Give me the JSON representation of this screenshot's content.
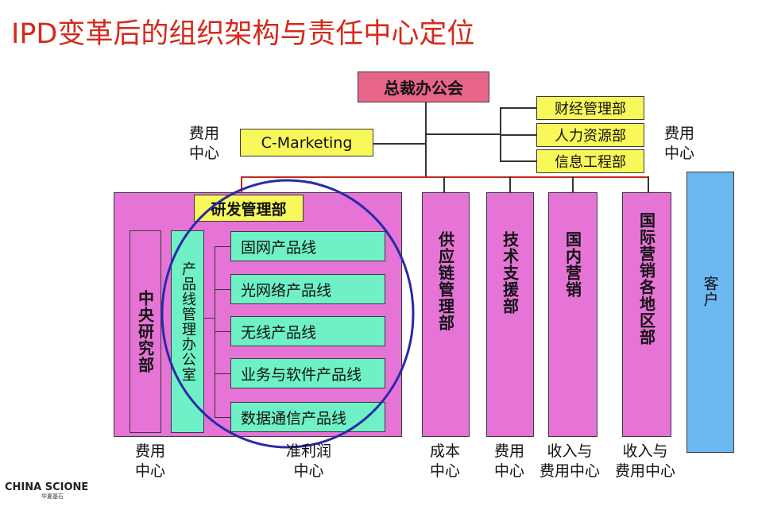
{
  "title": "IPD变革后的组织架构与责任中心定位",
  "ceo_office": "总裁办公会",
  "staff_depts": [
    "财经管理部",
    "人力资源部",
    "信息工程部"
  ],
  "cmarketing": "C-Marketing",
  "cost_center_left": {
    "l1": "费用",
    "l2": "中心"
  },
  "cost_center_right": {
    "l1": "费用",
    "l2": "中心"
  },
  "rd_mgmt": "研发管理部",
  "central_research": "中央研究部",
  "pl_office": "产品线管理办公室",
  "product_lines": [
    "固网产品线",
    "光网络产品线",
    "无线产品线",
    "业务与软件产品线",
    "数据通信产品线"
  ],
  "columns": [
    "供应链管理部",
    "技术支援部",
    "国内营销",
    "国际营销各地区部"
  ],
  "customer": "客户",
  "bottom_labels": [
    {
      "l1": "费用",
      "l2": "中心"
    },
    {
      "l1": "准利润",
      "l2": "中心"
    },
    {
      "l1": "成本",
      "l2": "中心"
    },
    {
      "l1": "费用",
      "l2": "中心"
    },
    {
      "l1": "收入与",
      "l2": "费用中心"
    },
    {
      "l1": "收入与",
      "l2": "费用中心"
    }
  ],
  "logo": {
    "text": "CHINA SCIONE",
    "sub": "华夏基石"
  },
  "colors": {
    "title": "#d42a1c",
    "ceo": "#e8658a",
    "yellow": "#f8f85a",
    "pink": "#e574d6",
    "teal": "#6ff0c6",
    "customer": "#6cb8f0",
    "ellipse": "#2a2aa8"
  }
}
